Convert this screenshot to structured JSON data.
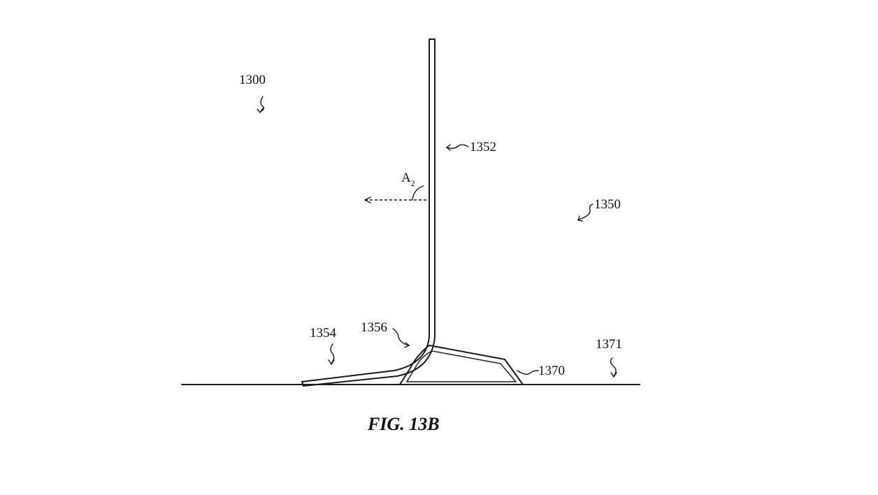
{
  "figure": {
    "caption": "FIG. 13B",
    "angle_label": {
      "letter": "A",
      "subscript": "2"
    },
    "reference_numerals": {
      "system": "1300",
      "upright_panel": "1352",
      "assembly": "1350",
      "front_flap": "1354",
      "bend": "1356",
      "support_block": "1370",
      "surface": "1371"
    }
  }
}
